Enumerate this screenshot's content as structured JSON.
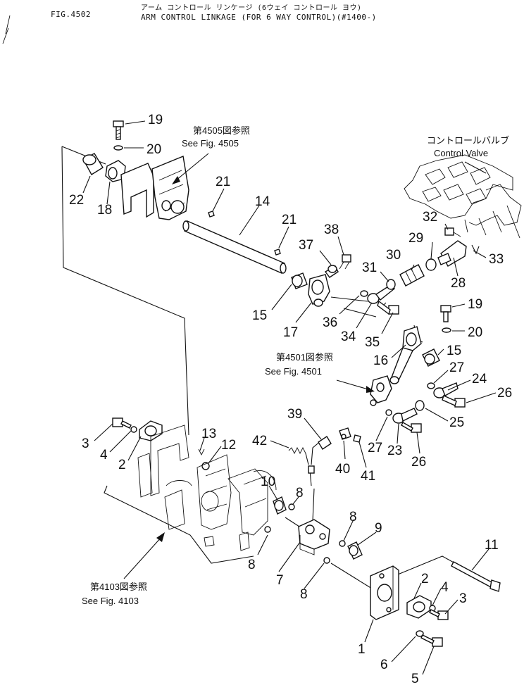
{
  "header": {
    "fig_number": "FIG.4502",
    "title_jp": "アーム コントロール リンケージ (6ウェイ コントロール ヨウ)",
    "title_en": "ARM CONTROL LINKAGE (FOR 6 WAY CONTROL)(#1400-)"
  },
  "references": [
    {
      "id": "ref-4505",
      "jp": "第4505図参照",
      "en": "See Fig. 4505"
    },
    {
      "id": "ref-4501",
      "jp": "第4501図参照",
      "en": "See Fig. 4501"
    },
    {
      "id": "ref-4103",
      "jp": "第4103図参照",
      "en": "See Fig. 4103"
    },
    {
      "id": "control-valve",
      "jp": "コントロールバルブ",
      "en": "Control Valve"
    }
  ],
  "part_numbers": [
    "19",
    "20",
    "22",
    "18",
    "21",
    "14",
    "21",
    "38",
    "37",
    "15",
    "17",
    "36",
    "34",
    "31",
    "35",
    "30",
    "29",
    "32",
    "33",
    "28",
    "19",
    "20",
    "15",
    "16",
    "27",
    "24",
    "26",
    "25",
    "27",
    "23",
    "26",
    "39",
    "42",
    "40",
    "41",
    "13",
    "12",
    "3",
    "4",
    "2",
    "10",
    "8",
    "8",
    "7",
    "8",
    "9",
    "8",
    "11",
    "2",
    "4",
    "3",
    "1",
    "6",
    "5"
  ]
}
